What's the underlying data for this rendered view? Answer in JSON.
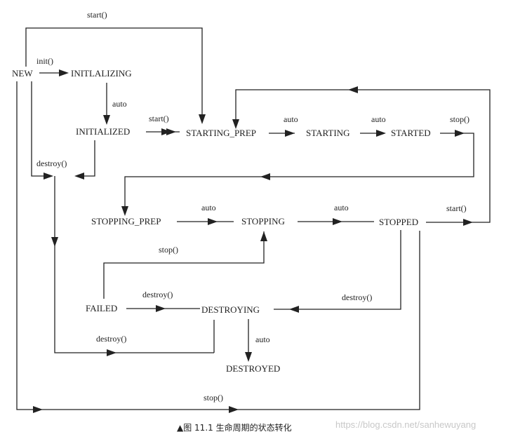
{
  "states": {
    "new": "NEW",
    "initializing": "INITLALIZING",
    "initialized": "INITIALIZED",
    "starting_prep": "STARTING_PREP",
    "starting": "STARTING",
    "started": "STARTED",
    "stopping_prep": "STOPPING_PREP",
    "stopping": "STOPPING",
    "stopped": "STOPPED",
    "failed": "FAILED",
    "destroying": "DESTROYING",
    "destroyed": "DESTROYED"
  },
  "transitions": {
    "new_to_starting_prep": "start()",
    "new_to_initializing": "init()",
    "initializing_to_initialized": "auto",
    "initialized_to_starting_prep": "start()",
    "new_initialized_destroy": "destroy()",
    "starting_prep_to_starting": "auto",
    "starting_to_started": "auto",
    "started_to_stopping_prep": "stop()",
    "stopping_prep_to_stopping": "auto",
    "stopping_to_stopped": "auto",
    "stopped_to_starting_prep": "start()",
    "failed_to_stopping": "stop()",
    "failed_to_destroying": "destroy()",
    "stopped_to_destroying": "destroy()",
    "destroying_to_destroyed": "auto",
    "destroy_path_to_failed": "destroy()",
    "new_to_stopped": "stop()"
  },
  "caption": {
    "marker": "▲",
    "text": "图 11.1   生命周期的状态转化"
  },
  "watermark": "https://blog.csdn.net/sanhewuyang"
}
